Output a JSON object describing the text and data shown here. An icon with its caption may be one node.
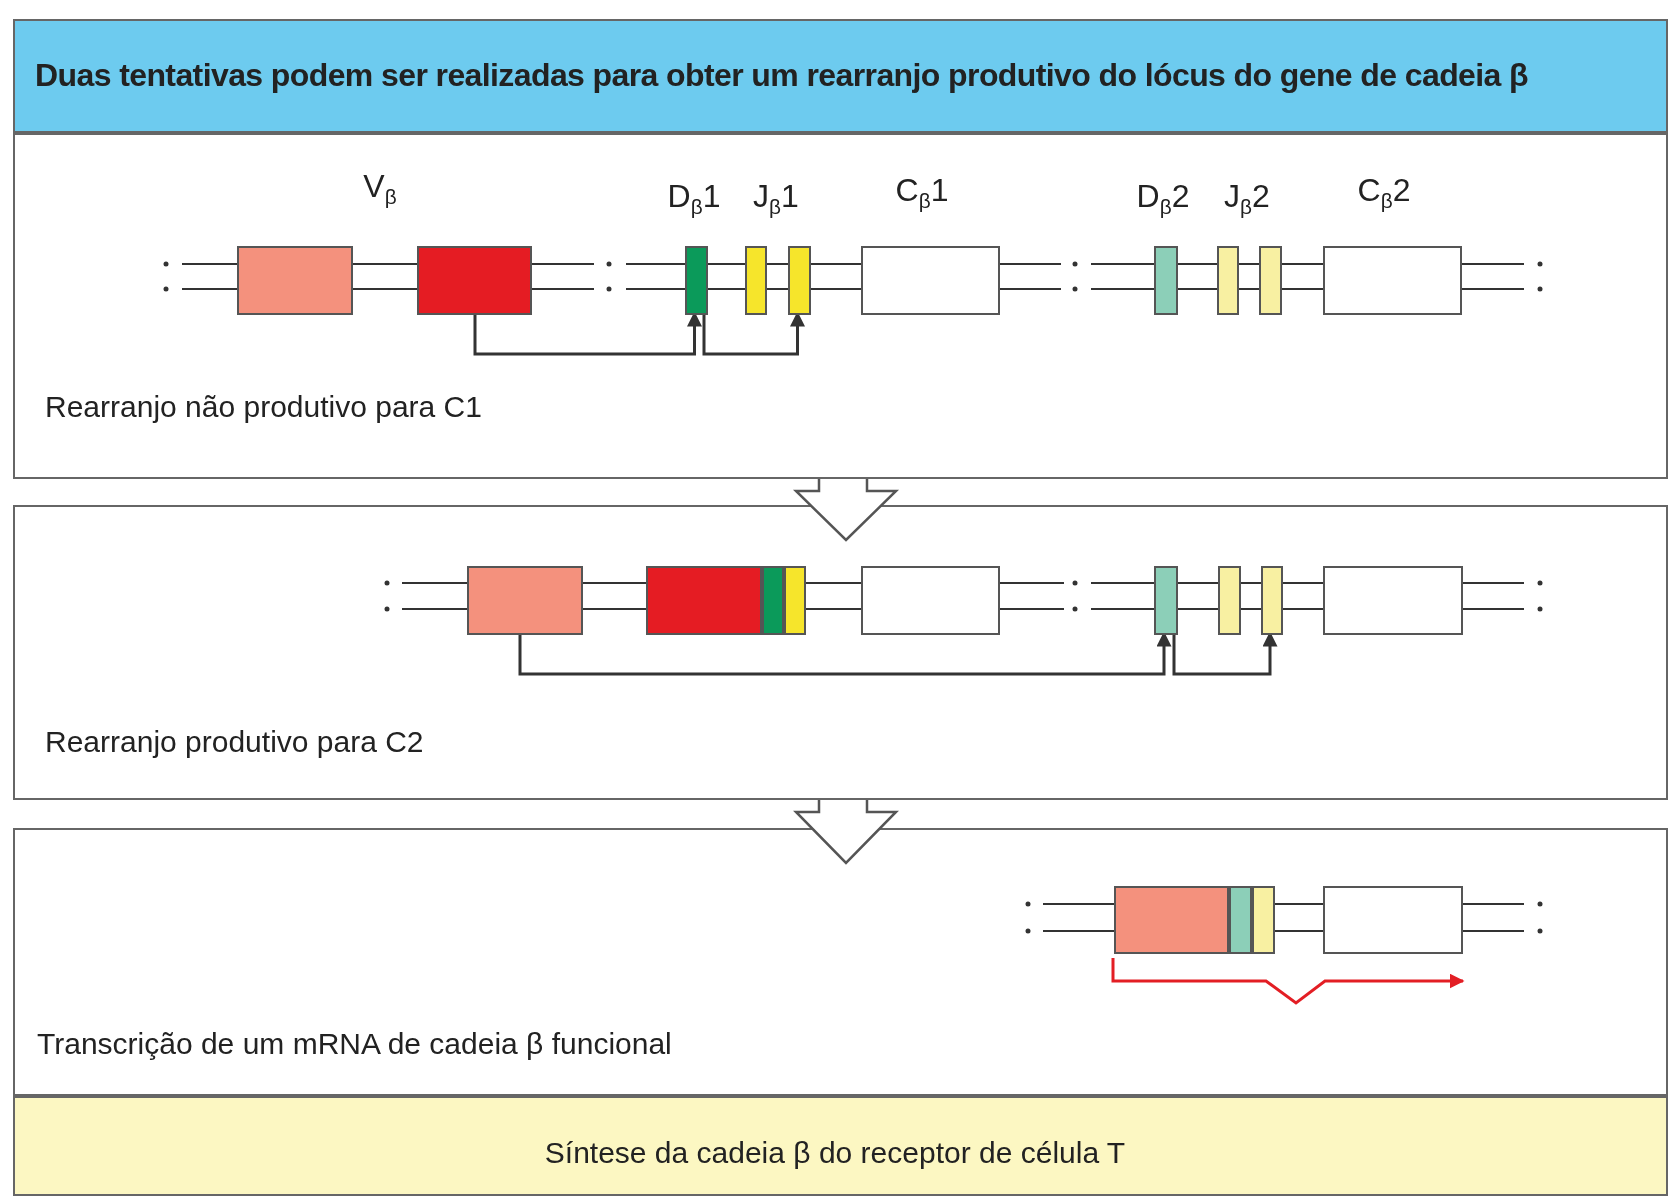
{
  "diagram": {
    "nodes": [
      {
        "text": [
          "Duas tentativas podem ser realizadas para obter um rearranjo produtivo do lócus do gene de cadeia β"
        ]
      },
      {
        "text": [
          "Rearranjo não produtivo para C1"
        ]
      },
      {
        "text": [
          "Rearranjo produtivo para C2"
        ]
      },
      {
        "text": [
          "Transcrição de um mRNA de cadeia β funcional"
        ]
      },
      {
        "text": [
          "Síntese da cadeia β do receptor de célula T"
        ]
      },
      {
        "text": [],
        "shape": "box",
        "in": 1
      },
      {
        "text": [],
        "shape": "box",
        "in": 1
      },
      {
        "text": [],
        "shape": "box",
        "in": 1
      },
      {
        "text": [],
        "shape": "box",
        "in": 1
      },
      {
        "text": [],
        "shape": "box",
        "in": 1
      },
      {
        "text": [],
        "shape": "box",
        "in": 1
      },
      {
        "text": [],
        "shape": "box",
        "in": 1
      },
      {
        "text": [],
        "shape": "box",
        "in": 1
      },
      {
        "text": [],
        "shape": "box",
        "in": 1
      },
      {
        "text": [],
        "shape": "box",
        "in": 1
      },
      {
        "text": [],
        "shape": "box",
        "in": 2
      },
      {
        "text": [],
        "shape": "box",
        "in": 2
      },
      {
        "text": [],
        "shape": "box",
        "in": 2
      },
      {
        "text": [],
        "shape": "box",
        "in": 2
      },
      {
        "text": [],
        "shape": "box",
        "in": 2
      },
      {
        "text": [],
        "shape": "box",
        "in": 2
      },
      {
        "text": [],
        "shape": "box",
        "in": 2
      },
      {
        "text": [],
        "shape": "box",
        "in": 2
      },
      {
        "text": [],
        "shape": "box",
        "in": 2
      },
      {
        "text": [],
        "shape": "box",
        "in": 3
      },
      {
        "text": [],
        "shape": "box",
        "in": 3
      },
      {
        "text": [],
        "shape": "box",
        "in": 3
      },
      {
        "text": [],
        "shape": "box",
        "in": 3
      }
    ],
    "edges": [
      {
        "from": 6,
        "to": 7,
        "arrow": "to"
      },
      {
        "from": 7,
        "to": 9,
        "arrow": "to"
      },
      {
        "from": 15,
        "to": 20,
        "arrow": "to"
      },
      {
        "from": 20,
        "to": 22,
        "arrow": "to"
      },
      {
        "from": 24,
        "to": 27,
        "arrow": "to",
        "color": "#e31e24"
      },
      {
        "from": 1,
        "to": 2,
        "arrow": "to",
        "style": "thick"
      },
      {
        "from": 2,
        "to": 3,
        "arrow": "to",
        "style": "thick"
      }
    ],
    "labels": [
      "V$_{β}$",
      "D$_{β}$1",
      "J$_{β}$1",
      "C$_{β}$1",
      "D$_{β}$2",
      "J$_{β}$2",
      "C$_{β}$2"
    ]
  }
}
